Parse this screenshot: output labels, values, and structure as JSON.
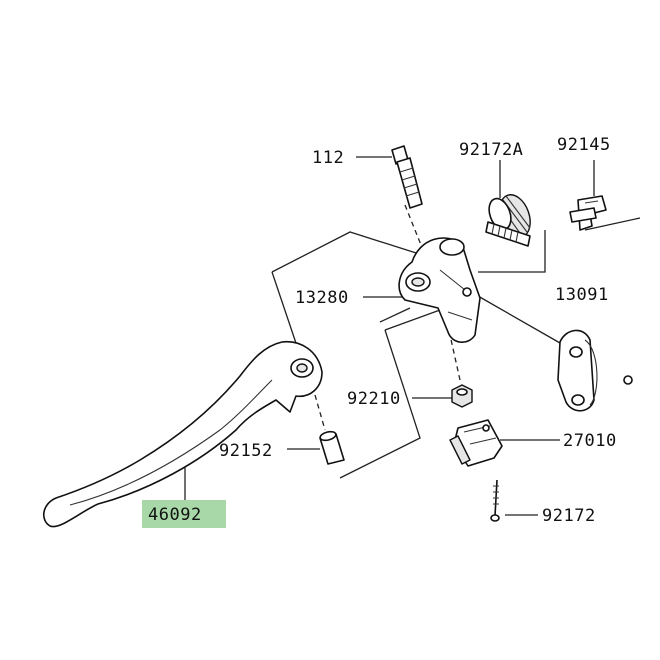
{
  "parts": {
    "bolt_112": "112",
    "adjuster_92172A": "92172A",
    "clip_92145": "92145",
    "holder_13280": "13280",
    "clamp_13091": "13091",
    "nut_92210": "92210",
    "collar_92152": "92152",
    "switch_27010": "27010",
    "screw_92172": "92172",
    "lever_46092": "46092"
  },
  "colors": {
    "highlight": "#a8d8a8",
    "line": "#222222"
  }
}
